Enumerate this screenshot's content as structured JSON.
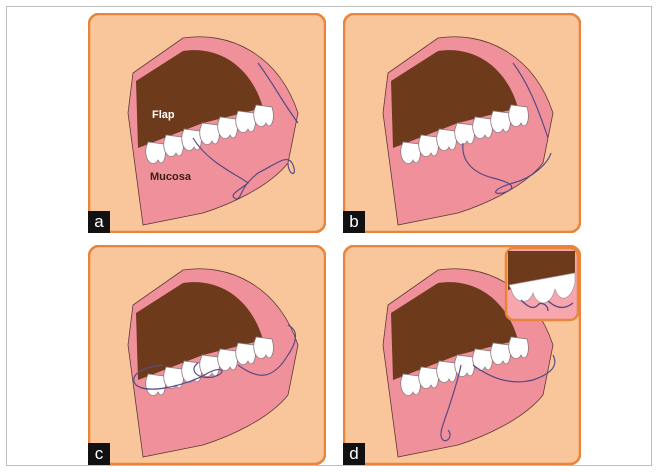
{
  "figure": {
    "colors": {
      "background": "#f9c69c",
      "border": "#e9843a",
      "flap": "#6e3a1c",
      "gum": "#f0909a",
      "tooth": "#ffffff",
      "suture": "#5a4a86"
    },
    "panels": [
      {
        "letter": "a",
        "labels": {
          "flap": "Flap",
          "mucosa": "Mucosa"
        }
      },
      {
        "letter": "b"
      },
      {
        "letter": "c"
      },
      {
        "letter": "d",
        "inset": true
      }
    ]
  }
}
